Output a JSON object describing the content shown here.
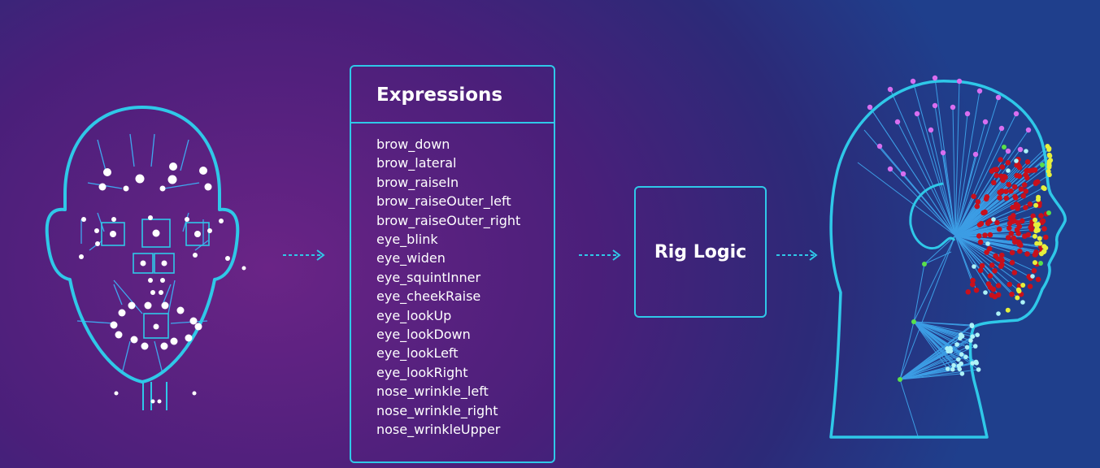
{
  "panel": {
    "title": "Expressions",
    "items": [
      "brow_down",
      "brow_lateral",
      "brow_raiseIn",
      "brow_raiseOuter_left",
      "brow_raiseOuter_right",
      "eye_blink",
      "eye_widen",
      "eye_squintInner",
      "eye_cheekRaise",
      "eye_lookUp",
      "eye_lookDown",
      "eye_lookLeft",
      "eye_lookRight",
      "nose_wrinkle_left",
      "nose_wrinkle_right",
      "nose_wrinkleUpper"
    ]
  },
  "rig": {
    "label": "Rig Logic"
  },
  "colors": {
    "accent": "#2fc8e8",
    "joint_white": "#ffffff",
    "joint_magenta": "#d86ef0",
    "joint_red": "#c8101c",
    "joint_yellow": "#e6ef3c",
    "joint_cyan": "#aef3f7",
    "joint_green": "#5ae04a",
    "line_blue": "#3fa8ef"
  },
  "icons": [
    "face-rig-icon",
    "arrow-right-icon",
    "head-profile-icon"
  ]
}
